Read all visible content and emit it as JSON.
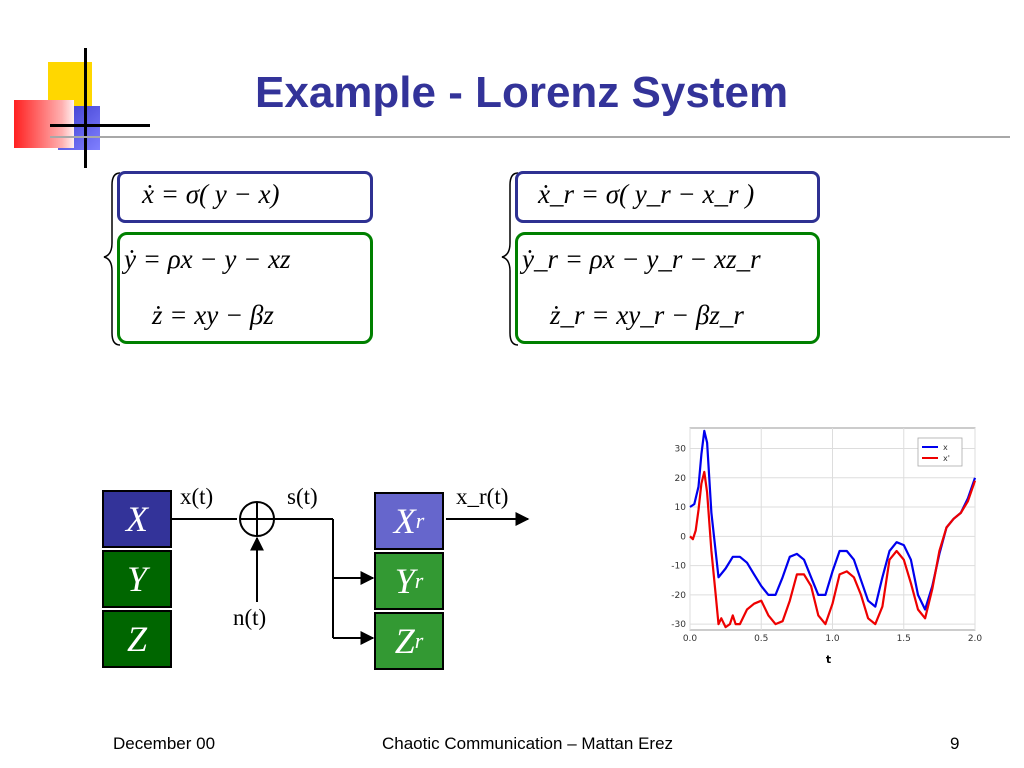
{
  "slide": {
    "title": "Example - Lorenz System",
    "footer_left": "December 00",
    "footer_center": "Chaotic Communication – Mattan Erez",
    "footer_right": "9"
  },
  "equations": {
    "transmitter": [
      "ẋ = σ( y − x)",
      "ẏ = ρx − y − xz",
      "ż = xy − βz"
    ],
    "receiver": [
      "ẋ_r = σ( y_r − x_r )",
      "ẏ_r = ρx − y_r − xz_r",
      "ż_r = xy_r − βz_r"
    ],
    "colors": {
      "x_box": "#2e3192",
      "yz_box": "#008000"
    }
  },
  "block_diagram": {
    "tx_blocks": [
      "X",
      "Y",
      "Z"
    ],
    "rx_blocks": [
      "X",
      "Y",
      "Z"
    ],
    "rx_subscript": "r",
    "signals": {
      "input": "x(t)",
      "transmitted": "s(t)",
      "noise": "n(t)",
      "output": "x_r(t)"
    },
    "colors": {
      "x_block": "#333399",
      "yz_block": "#006600",
      "rx_x_block": "#6666cc",
      "rx_yz_block": "#339933"
    }
  },
  "chart_data": {
    "type": "line",
    "title": "",
    "xlabel": "t",
    "ylabel": "",
    "xlim": [
      0,
      2.0
    ],
    "ylim": [
      -32,
      37
    ],
    "x_ticks": [
      "0.0",
      "0.5",
      "1.0",
      "1.5",
      "2.0"
    ],
    "y_ticks": [
      "30",
      "20",
      "10",
      "0",
      "-10",
      "-20",
      "-30"
    ],
    "legend_position": "top-right",
    "series": [
      {
        "name": "x",
        "color": "#0000ee",
        "x": [
          0.0,
          0.03,
          0.06,
          0.08,
          0.1,
          0.12,
          0.15,
          0.2,
          0.25,
          0.3,
          0.35,
          0.4,
          0.45,
          0.5,
          0.55,
          0.6,
          0.65,
          0.7,
          0.75,
          0.8,
          0.85,
          0.9,
          0.95,
          1.0,
          1.05,
          1.1,
          1.15,
          1.2,
          1.25,
          1.3,
          1.35,
          1.4,
          1.45,
          1.5,
          1.55,
          1.6,
          1.65,
          1.7,
          1.75,
          1.8,
          1.85,
          1.9,
          1.95,
          2.0
        ],
        "values": [
          10,
          11,
          17,
          28,
          36,
          32,
          8,
          -14,
          -11,
          -7,
          -7,
          -9,
          -13,
          -17,
          -20,
          -20,
          -14,
          -7,
          -6,
          -8,
          -14,
          -20,
          -20,
          -12,
          -5,
          -5,
          -8,
          -15,
          -22,
          -24,
          -14,
          -5,
          -2,
          -3,
          -8,
          -20,
          -25,
          -17,
          -6,
          3,
          6,
          8,
          13,
          20
        ]
      },
      {
        "name": "x'",
        "color": "#ee0000",
        "x": [
          0.0,
          0.02,
          0.04,
          0.06,
          0.08,
          0.1,
          0.12,
          0.15,
          0.18,
          0.2,
          0.22,
          0.25,
          0.28,
          0.3,
          0.32,
          0.35,
          0.4,
          0.45,
          0.5,
          0.55,
          0.6,
          0.65,
          0.7,
          0.75,
          0.8,
          0.85,
          0.9,
          0.95,
          1.0,
          1.05,
          1.1,
          1.15,
          1.2,
          1.25,
          1.3,
          1.35,
          1.4,
          1.45,
          1.5,
          1.55,
          1.6,
          1.65,
          1.7,
          1.75,
          1.8,
          1.85,
          1.9,
          1.95,
          2.0
        ],
        "values": [
          0,
          -1,
          2,
          9,
          18,
          22,
          15,
          -5,
          -20,
          -30,
          -28,
          -31,
          -30,
          -27,
          -30,
          -30,
          -25,
          -23,
          -22,
          -27,
          -30,
          -29,
          -22,
          -13,
          -13,
          -17,
          -27,
          -30,
          -23,
          -13,
          -12,
          -14,
          -20,
          -28,
          -30,
          -24,
          -8,
          -5,
          -8,
          -16,
          -25,
          -28,
          -18,
          -5,
          3,
          6,
          8,
          12,
          19
        ]
      }
    ]
  }
}
